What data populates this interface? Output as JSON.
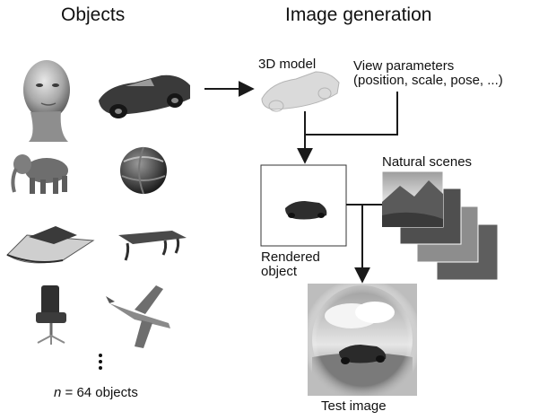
{
  "headers": {
    "objects": "Objects",
    "image_generation": "Image generation"
  },
  "labels": {
    "model_3d": "3D model",
    "view_params_line1": "View parameters",
    "view_params_line2": "(position, scale, pose, ...)",
    "natural_scenes": "Natural scenes",
    "rendered_line1": "Rendered",
    "rendered_line2": "object",
    "test_image": "Test image"
  },
  "object_count": {
    "n": "n",
    "rest": " = 64 objects"
  },
  "object_items": [
    "head",
    "car",
    "elephant",
    "ball",
    "boat",
    "table",
    "chair",
    "airplane"
  ],
  "colors": {
    "arrow": "#1a1a1a",
    "object_dark": "#2e2e2e",
    "object_mid": "#7a7a7a",
    "object_light": "#c9c9c9",
    "scene_sky": "#cfcfcf",
    "scene_ground": "#5a5a5a"
  }
}
